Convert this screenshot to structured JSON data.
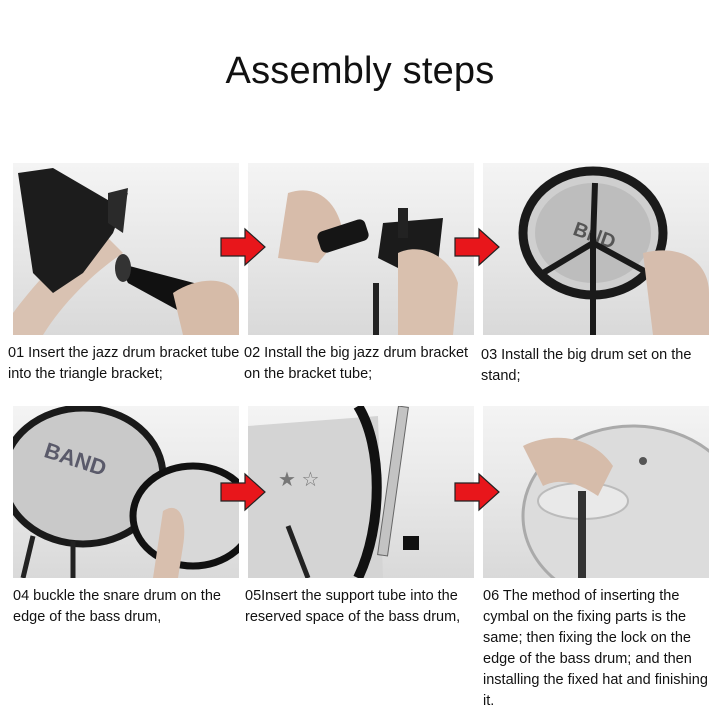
{
  "title": "Assembly steps",
  "arrow_color": "#e8161b",
  "steps": [
    {
      "caption": "01 Insert the jazz drum bracket tube into the triangle bracket;"
    },
    {
      "caption": "02 Install the big jazz drum bracket on the bracket tube;"
    },
    {
      "caption": "03 Install the big drum set on the stand;"
    },
    {
      "caption": "04 buckle the snare drum on the edge of the bass drum,"
    },
    {
      "caption": "05Insert the support tube into the reserved space of the bass drum,"
    },
    {
      "caption": "06 The method of inserting the cymbal on the fixing parts is the same; then fixing the lock on the edge of the bass drum; and then installing the fixed hat and finishing it."
    }
  ]
}
